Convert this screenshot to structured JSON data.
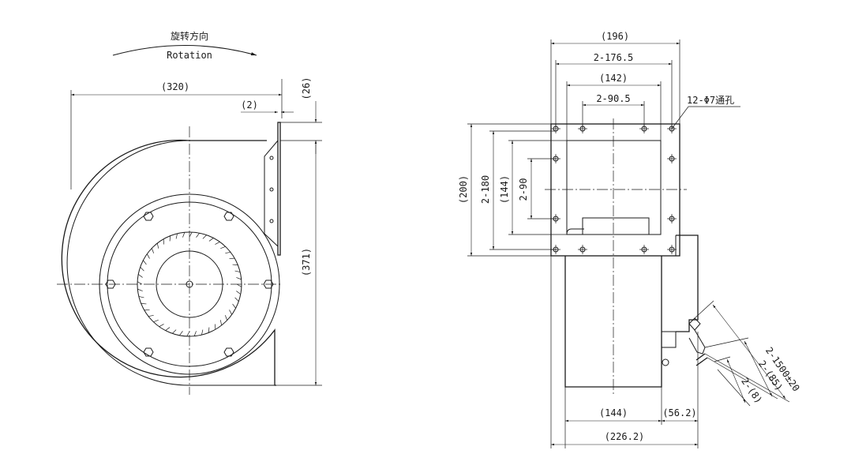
{
  "rotation": {
    "label_cn": "旋转方向",
    "label_en": "Rotation"
  },
  "side_view": {
    "dim_width": "(320)",
    "dim_flange_thickness": "(2)",
    "dim_flange_top": "(26)",
    "dim_height": "(371)"
  },
  "front_view": {
    "dim_flange_width": "(196)",
    "dim_hole_pitch_outer": "2-176.5",
    "dim_opening": "(142)",
    "dim_hole_pitch_inner": "2-90.5",
    "holes_note": "12-Φ7通孔",
    "dim_flange_height": "(200)",
    "dim_hole_vert_outer": "2-180",
    "dim_opening_height": "(144)",
    "dim_hole_vert_inner": "2-90",
    "dim_body_width": "(144)",
    "dim_motor_depth": "(56.2)",
    "dim_total_depth": "(226.2)",
    "cable_length": "2-1500±20",
    "cable_strip": "2-(85)",
    "cable_end": "2-(8)"
  }
}
